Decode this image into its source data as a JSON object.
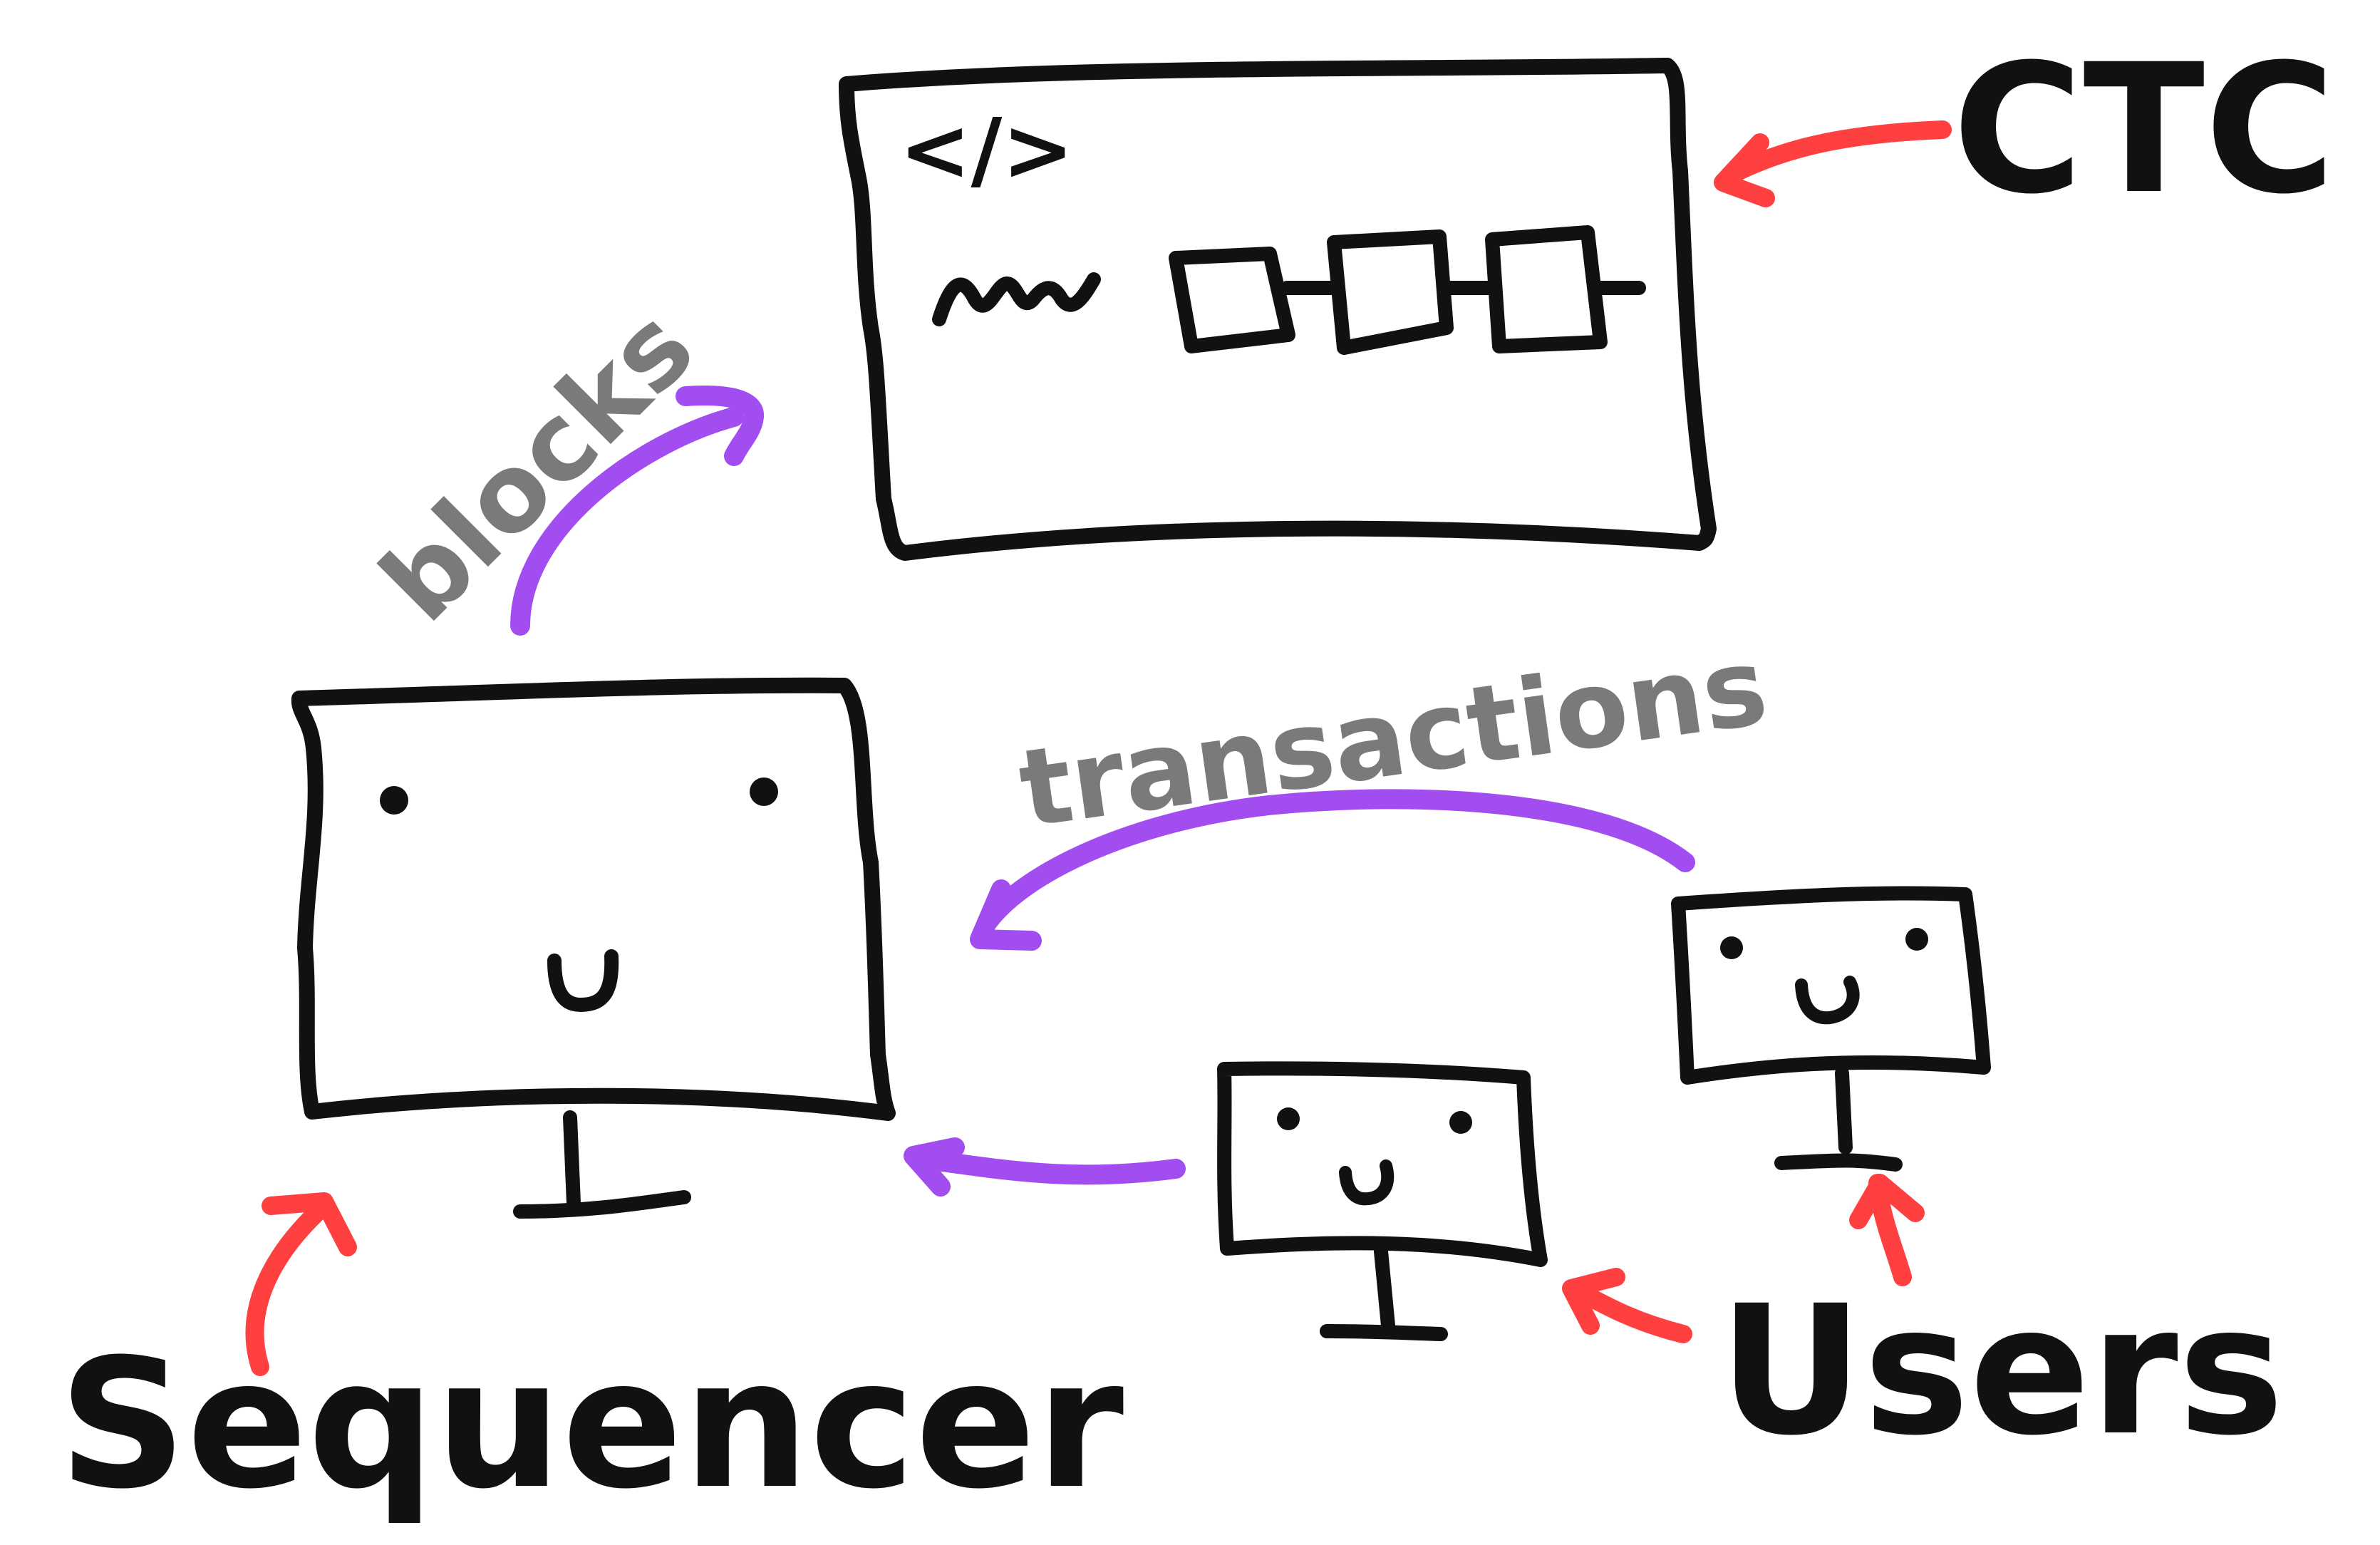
{
  "labels": {
    "ctc": "CTC",
    "sequencer": "Sequencer",
    "users": "Users",
    "blocks": "blocks",
    "transactions": "transactions",
    "code_tag": "</>"
  },
  "colors": {
    "ink": "#111111",
    "label_gray": "#7a7a7a",
    "flow_arrow": "#a24df0",
    "pointer_arrow": "#ff4040",
    "background": "#ffffff"
  },
  "icons": {
    "sequencer_face": "smiling-monitor",
    "user_face": "smiling-monitor",
    "ctc_code": "code-tag",
    "ctc_chain": "linked-blocks"
  }
}
